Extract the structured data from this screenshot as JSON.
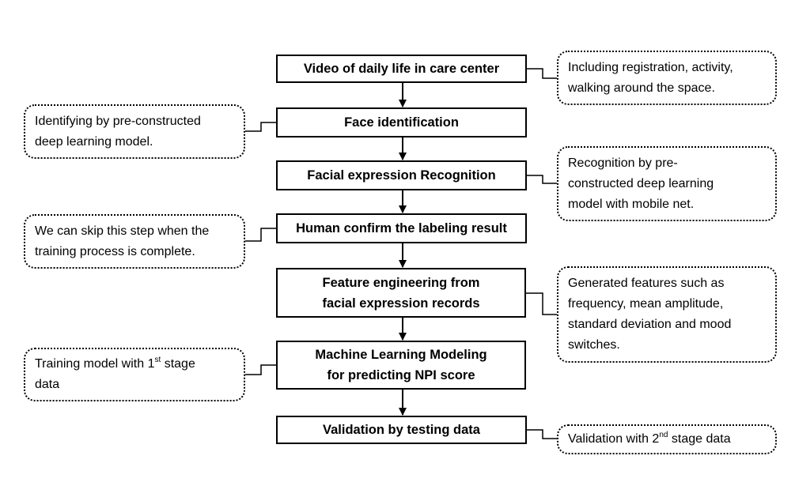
{
  "steps": [
    {
      "lines": [
        "Video of daily life in care center"
      ]
    },
    {
      "lines": [
        "Face identification"
      ]
    },
    {
      "lines": [
        "Facial expression Recognition"
      ]
    },
    {
      "lines": [
        "Human confirm the labeling result"
      ]
    },
    {
      "lines": [
        "Feature engineering from",
        "facial expression records"
      ]
    },
    {
      "lines": [
        "Machine Learning Modeling",
        "for predicting NPI score"
      ]
    },
    {
      "lines": [
        "Validation by testing data"
      ]
    }
  ],
  "notes": [
    {
      "lines": [
        "Including registration, activity,",
        "walking around the space."
      ]
    },
    {
      "lines": [
        "Identifying by pre-constructed",
        "deep learning model."
      ]
    },
    {
      "lines": [
        "Recognition by pre-",
        "constructed deep learning",
        "model with mobile net."
      ]
    },
    {
      "lines": [
        "We can skip this step when the",
        "training process is complete."
      ]
    },
    {
      "lines": [
        "Generated features such as",
        "frequency, mean amplitude,",
        "standard deviation and mood",
        "switches."
      ]
    },
    {
      "line1_before": "Training model with 1",
      "line1_sup": "st",
      "line1_after": " stage",
      "line2": "data"
    },
    {
      "before": "Validation with 2",
      "sup": "nd",
      "after": " stage data"
    }
  ]
}
